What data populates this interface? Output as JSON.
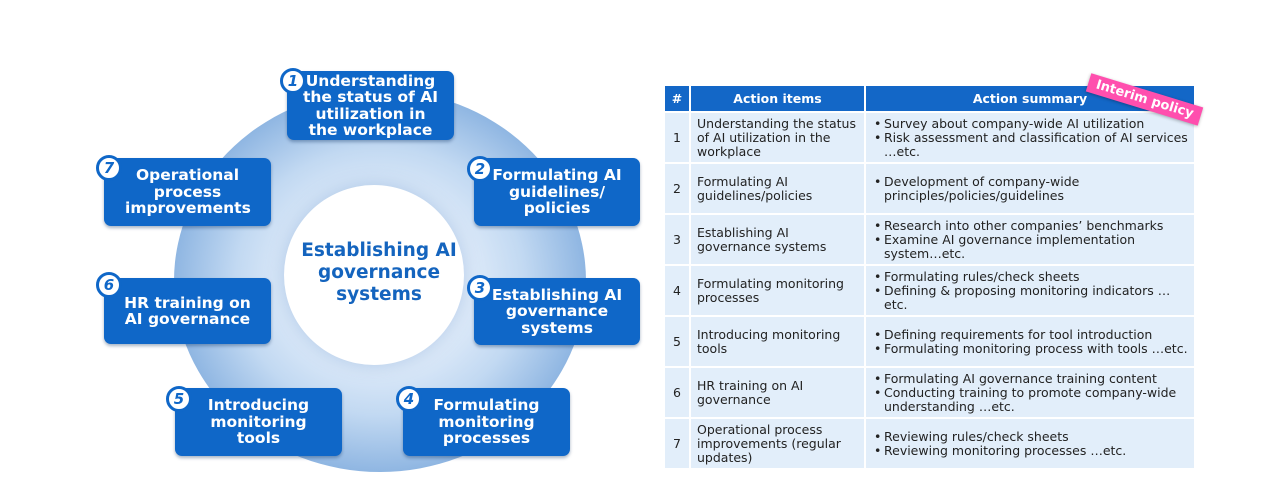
{
  "diagram": {
    "center": "Establishing AI governance systems",
    "steps": [
      {
        "number": "1",
        "label": "Understanding the status of AI utilization in the workplace"
      },
      {
        "number": "2",
        "label": "Formulating AI guidelines/ policies"
      },
      {
        "number": "3",
        "label": "Establishing AI governance systems"
      },
      {
        "number": "4",
        "label": "Formulating monitoring processes"
      },
      {
        "number": "5",
        "label": "Introducing monitoring tools"
      },
      {
        "number": "6",
        "label": "HR training on AI governance"
      },
      {
        "number": "7",
        "label": "Operational process improvements"
      }
    ]
  },
  "table": {
    "headers": [
      "#",
      "Action items",
      "Action summary"
    ],
    "badge": "Interim policy",
    "rows": [
      {
        "num": "1",
        "item": "Understanding the status of AI utilization in the workplace",
        "summary": [
          "Survey about company-wide AI utilization",
          "Risk assessment and classification of AI services …etc."
        ]
      },
      {
        "num": "2",
        "item": "Formulating AI guidelines/policies",
        "summary": [
          "Development of company-wide principles/policies/guidelines"
        ]
      },
      {
        "num": "3",
        "item": "Establishing AI governance systems",
        "summary": [
          "Research into other companies’ benchmarks",
          "Examine AI governance implementation system…etc."
        ]
      },
      {
        "num": "4",
        "item": "Formulating monitoring processes",
        "summary": [
          "Formulating rules/check sheets",
          "Defining & proposing monitoring indicators …etc."
        ]
      },
      {
        "num": "5",
        "item": "Introducing monitoring tools",
        "summary": [
          "Defining requirements for tool introduction",
          "Formulating monitoring process with tools …etc."
        ]
      },
      {
        "num": "6",
        "item": "HR training on AI governance",
        "summary": [
          "Formulating AI governance training content",
          "Conducting training to promote company-wide understanding …etc."
        ]
      },
      {
        "num": "7",
        "item": "Operational process improvements (regular updates)",
        "summary": [
          "Reviewing rules/check sheets",
          "Reviewing monitoring processes …etc."
        ]
      }
    ]
  }
}
